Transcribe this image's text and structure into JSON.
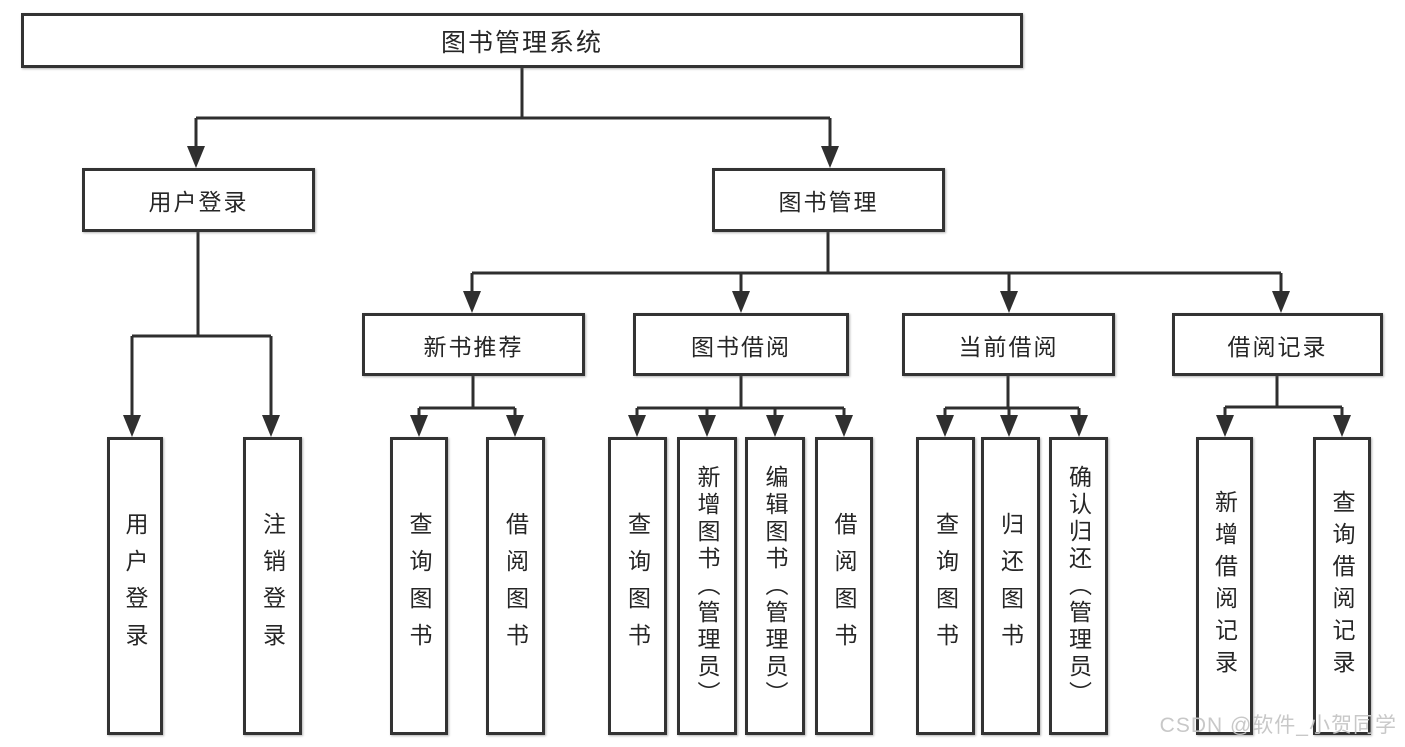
{
  "diagram": {
    "type": "hierarchy-tree",
    "title": "图书管理系统",
    "watermark": "CSDN @软件_小贺同学",
    "colors": {
      "line": "#2f2f2f",
      "box_border": "#333333",
      "box_fill": "#ffffff",
      "text": "#262626",
      "watermark": "#c5c5c5",
      "background": "#ffffff"
    },
    "nodes": {
      "root": {
        "label": "图书管理系统"
      },
      "user_login": {
        "label": "用户登录"
      },
      "book_mgmt": {
        "label": "图书管理"
      },
      "new_book": {
        "label": "新书推荐"
      },
      "book_borrow": {
        "label": "图书借阅"
      },
      "current_borrow": {
        "label": "当前借阅"
      },
      "borrow_record": {
        "label": "借阅记录"
      },
      "ul_login": {
        "label": "用户登录"
      },
      "ul_logout": {
        "label": "注销登录"
      },
      "nb_query": {
        "label": "查询图书"
      },
      "nb_borrow": {
        "label": "借阅图书"
      },
      "bb_query": {
        "label": "查询图书"
      },
      "bb_add": {
        "label": "新增图书（管理员）"
      },
      "bb_edit": {
        "label": "编辑图书（管理员）"
      },
      "bb_borrow": {
        "label": "借阅图书"
      },
      "cb_query": {
        "label": "查询图书"
      },
      "cb_return": {
        "label": "归还图书"
      },
      "cb_confirm": {
        "label": "确认归还（管理员）"
      },
      "br_add": {
        "label": "新增借阅记录"
      },
      "br_query": {
        "label": "查询借阅记录"
      }
    },
    "tree": {
      "label": "图书管理系统",
      "children": [
        {
          "label": "用户登录",
          "children": [
            {
              "label": "用户登录"
            },
            {
              "label": "注销登录"
            }
          ]
        },
        {
          "label": "图书管理",
          "children": [
            {
              "label": "新书推荐",
              "children": [
                {
                  "label": "查询图书"
                },
                {
                  "label": "借阅图书"
                }
              ]
            },
            {
              "label": "图书借阅",
              "children": [
                {
                  "label": "查询图书"
                },
                {
                  "label": "新增图书（管理员）"
                },
                {
                  "label": "编辑图书（管理员）"
                },
                {
                  "label": "借阅图书"
                }
              ]
            },
            {
              "label": "当前借阅",
              "children": [
                {
                  "label": "查询图书"
                },
                {
                  "label": "归还图书"
                },
                {
                  "label": "确认归还（管理员）"
                }
              ]
            },
            {
              "label": "借阅记录",
              "children": [
                {
                  "label": "新增借阅记录"
                },
                {
                  "label": "查询借阅记录"
                }
              ]
            }
          ]
        }
      ]
    }
  }
}
